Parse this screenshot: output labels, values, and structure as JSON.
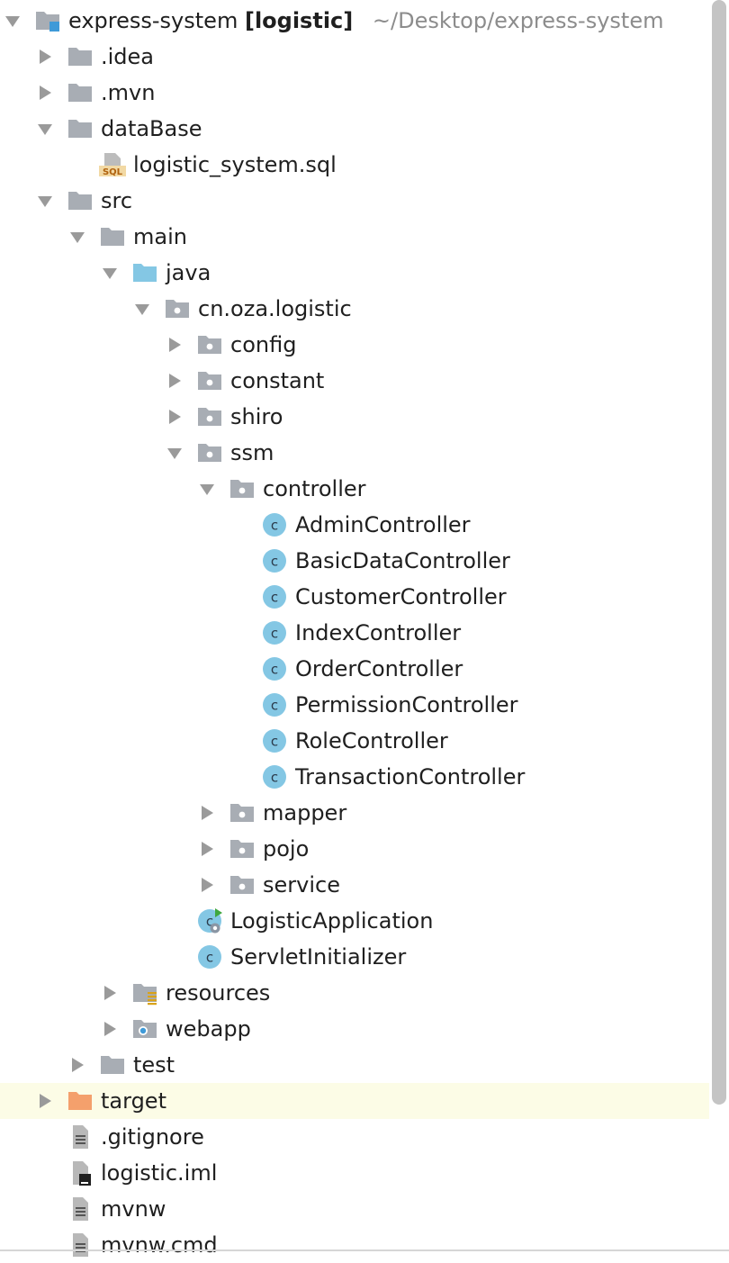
{
  "project": {
    "name": "express-system",
    "module": "[logistic]",
    "path": "~/Desktop/express-system"
  },
  "tree": [
    {
      "id": "idea",
      "label": ".idea",
      "depth": 1,
      "arrow": "collapsed",
      "icon": "folder"
    },
    {
      "id": "mvn",
      "label": ".mvn",
      "depth": 1,
      "arrow": "collapsed",
      "icon": "folder"
    },
    {
      "id": "database",
      "label": "dataBase",
      "depth": 1,
      "arrow": "expanded",
      "icon": "folder"
    },
    {
      "id": "logistic-system-sql",
      "label": "logistic_system.sql",
      "depth": 2,
      "arrow": "none",
      "icon": "sql-file"
    },
    {
      "id": "src",
      "label": "src",
      "depth": 1,
      "arrow": "expanded",
      "icon": "folder"
    },
    {
      "id": "main",
      "label": "main",
      "depth": 2,
      "arrow": "expanded",
      "icon": "folder"
    },
    {
      "id": "java",
      "label": "java",
      "depth": 3,
      "arrow": "expanded",
      "icon": "source-folder"
    },
    {
      "id": "cn-oza-logistic",
      "label": "cn.oza.logistic",
      "depth": 4,
      "arrow": "expanded",
      "icon": "package"
    },
    {
      "id": "config",
      "label": "config",
      "depth": 5,
      "arrow": "collapsed",
      "icon": "package"
    },
    {
      "id": "constant",
      "label": "constant",
      "depth": 5,
      "arrow": "collapsed",
      "icon": "package"
    },
    {
      "id": "shiro",
      "label": "shiro",
      "depth": 5,
      "arrow": "collapsed",
      "icon": "package"
    },
    {
      "id": "ssm",
      "label": "ssm",
      "depth": 5,
      "arrow": "expanded",
      "icon": "package"
    },
    {
      "id": "controller",
      "label": "controller",
      "depth": 6,
      "arrow": "expanded",
      "icon": "package"
    },
    {
      "id": "admin-controller",
      "label": "AdminController",
      "depth": 7,
      "arrow": "none",
      "icon": "class"
    },
    {
      "id": "basic-data-controller",
      "label": "BasicDataController",
      "depth": 7,
      "arrow": "none",
      "icon": "class"
    },
    {
      "id": "customer-controller",
      "label": "CustomerController",
      "depth": 7,
      "arrow": "none",
      "icon": "class"
    },
    {
      "id": "index-controller",
      "label": "IndexController",
      "depth": 7,
      "arrow": "none",
      "icon": "class"
    },
    {
      "id": "order-controller",
      "label": "OrderController",
      "depth": 7,
      "arrow": "none",
      "icon": "class"
    },
    {
      "id": "permission-controller",
      "label": "PermissionController",
      "depth": 7,
      "arrow": "none",
      "icon": "class"
    },
    {
      "id": "role-controller",
      "label": "RoleController",
      "depth": 7,
      "arrow": "none",
      "icon": "class"
    },
    {
      "id": "transaction-controller",
      "label": "TransactionController",
      "depth": 7,
      "arrow": "none",
      "icon": "class"
    },
    {
      "id": "mapper",
      "label": "mapper",
      "depth": 6,
      "arrow": "collapsed",
      "icon": "package"
    },
    {
      "id": "pojo",
      "label": "pojo",
      "depth": 6,
      "arrow": "collapsed",
      "icon": "package"
    },
    {
      "id": "service",
      "label": "service",
      "depth": 6,
      "arrow": "collapsed",
      "icon": "package"
    },
    {
      "id": "logistic-application",
      "label": "LogisticApplication",
      "depth": 5,
      "arrow": "none",
      "icon": "spring-boot-class"
    },
    {
      "id": "servlet-initializer",
      "label": "ServletInitializer",
      "depth": 5,
      "arrow": "none",
      "icon": "class"
    },
    {
      "id": "resources",
      "label": "resources",
      "depth": 3,
      "arrow": "collapsed",
      "icon": "resources-folder"
    },
    {
      "id": "webapp",
      "label": "webapp",
      "depth": 3,
      "arrow": "collapsed",
      "icon": "web-folder"
    },
    {
      "id": "test",
      "label": "test",
      "depth": 2,
      "arrow": "collapsed",
      "icon": "folder"
    },
    {
      "id": "target",
      "label": "target",
      "depth": 1,
      "arrow": "collapsed",
      "icon": "excluded-folder",
      "highlight": true
    },
    {
      "id": "gitignore",
      "label": ".gitignore",
      "depth": 1,
      "arrow": "none",
      "icon": "text-file"
    },
    {
      "id": "logistic-iml",
      "label": "logistic.iml",
      "depth": 1,
      "arrow": "none",
      "icon": "iml-file"
    },
    {
      "id": "mvnw",
      "label": "mvnw",
      "depth": 1,
      "arrow": "none",
      "icon": "text-file"
    },
    {
      "id": "mvnw-cmd",
      "label": "mvnw.cmd",
      "depth": 1,
      "arrow": "none",
      "icon": "text-file"
    }
  ],
  "colors": {
    "folder": "#a8adb4",
    "source-folder": "#84c7e4",
    "excluded-folder": "#f4a06c",
    "class-badge": "#84c7e4",
    "arrow": "#9a9a9a",
    "highlight": "#fcfce6"
  }
}
